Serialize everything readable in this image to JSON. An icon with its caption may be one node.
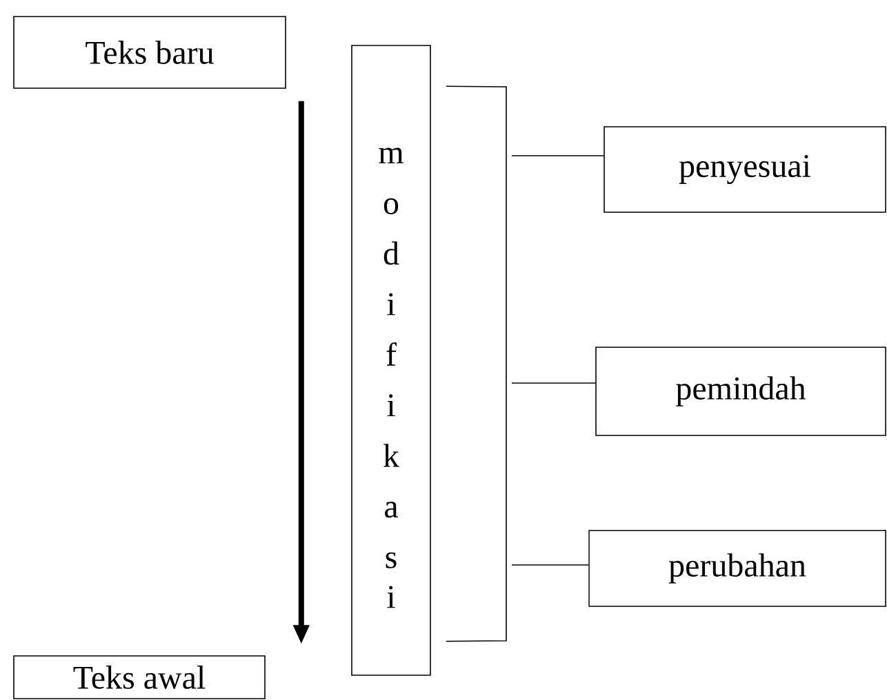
{
  "diagram": {
    "nodes": [
      {
        "text": [
          "Teks baru"
        ]
      },
      {
        "text": [
          "Teks awal"
        ]
      },
      {
        "text": [
          "modifikasi"
        ]
      },
      {
        "text": [
          "penyesuai"
        ]
      },
      {
        "text": [
          "pemindah"
        ]
      },
      {
        "text": [
          "perubahan"
        ]
      }
    ],
    "edges": [
      {
        "from": 0,
        "to": 1,
        "arrow": "to",
        "style": "thick"
      },
      {
        "from": 2,
        "to": 3,
        "arrow": "none"
      },
      {
        "from": 2,
        "to": 4,
        "arrow": "none"
      },
      {
        "from": 2,
        "to": 5,
        "arrow": "none"
      }
    ]
  }
}
